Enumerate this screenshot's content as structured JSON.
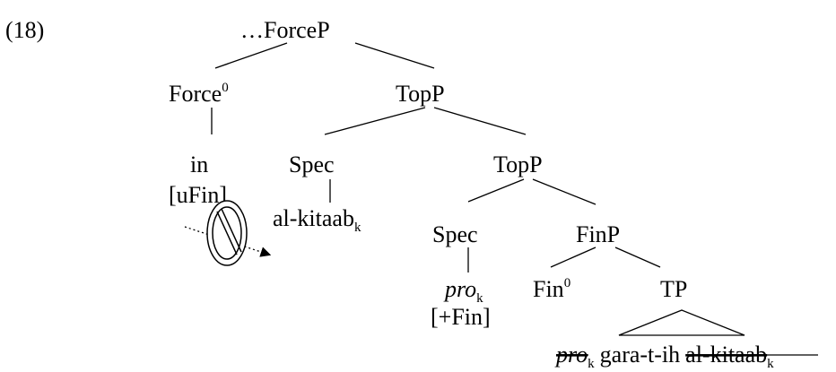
{
  "example_number": "(18)",
  "nodes": {
    "root": "…ForceP",
    "force_head": "Force",
    "force_head_sup": "0",
    "force_comp": "in",
    "force_feature": "[uFin]",
    "topp_upper": "TopP",
    "spec_upper": "Spec",
    "spec_upper_content": "al-kitaab",
    "spec_upper_index": "k",
    "topp_lower": "TopP",
    "spec_lower": "Spec",
    "pro_word": "pro",
    "pro_index": "k",
    "pro_feature": "[+Fin]",
    "finp": "FinP",
    "fin_head": "Fin",
    "fin_head_sup": "0",
    "tp": "TP",
    "tp_pro": "pro",
    "tp_pro_index": "k",
    "tp_verb": "gara-t-ih",
    "tp_object": "al-kitaab",
    "tp_object_index": "k"
  }
}
